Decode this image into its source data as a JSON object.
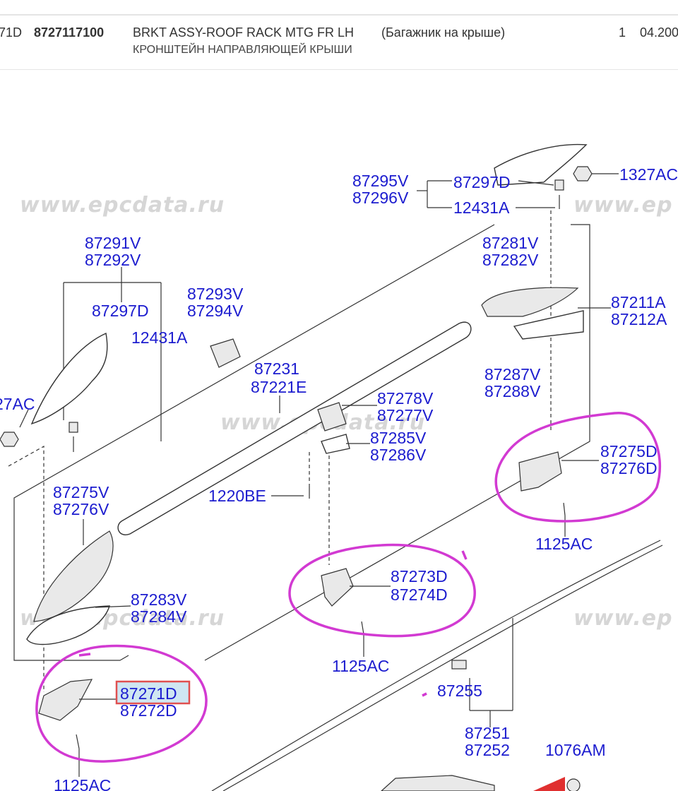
{
  "header": {
    "ref": "71D",
    "part_number": "8727117100",
    "description": "BRKT ASSY-ROOF RACK MTG FR LH",
    "group": "(Багажник на крыше)",
    "qty": "1",
    "date": "04.200",
    "subtitle": "КРОНШТЕЙН НАПРАВЛЯЮЩЕЙ КРЫШИ"
  },
  "watermark": "www.epcdata.ru",
  "watermark_partial": "www.ep",
  "labels": {
    "l_87295V": "87295V",
    "l_87296V": "87296V",
    "l_87297D_top": "87297D",
    "l_12431A_top": "12431A",
    "l_1327AC": "1327AC",
    "l_87291V": "87291V",
    "l_87292V": "87292V",
    "l_87297D_left": "87297D",
    "l_12431A_left": "12431A",
    "l_87293V": "87293V",
    "l_87294V": "87294V",
    "l_87281V": "87281V",
    "l_87282V": "87282V",
    "l_87211A": "87211A",
    "l_87212A": "87212A",
    "l_87231": "87231",
    "l_87221E": "87221E",
    "l_27AC": "27AC",
    "l_87278V": "87278V",
    "l_87277V": "87277V",
    "l_87287V": "87287V",
    "l_87288V": "87288V",
    "l_87285V": "87285V",
    "l_87286V": "87286V",
    "l_87275D": "87275D",
    "l_87276D": "87276D",
    "l_87275V": "87275V",
    "l_87276V": "87276V",
    "l_1220BE": "1220BE",
    "l_1125AC_right": "1125AC",
    "l_87273D": "87273D",
    "l_87274D": "87274D",
    "l_87283V": "87283V",
    "l_87284V": "87284V",
    "l_1125AC_mid": "1125AC",
    "l_87271D": "87271D",
    "l_87272D": "87272D",
    "l_87255": "87255",
    "l_87251": "87251",
    "l_87252": "87252",
    "l_1076AM": "1076AM",
    "l_1125AC_bottom": "1125AC"
  },
  "colors": {
    "label": "#1c1ccf",
    "highlight": "#d23ad2",
    "selected_box": "#e05050",
    "selected_fill": "#cfe6f2"
  }
}
